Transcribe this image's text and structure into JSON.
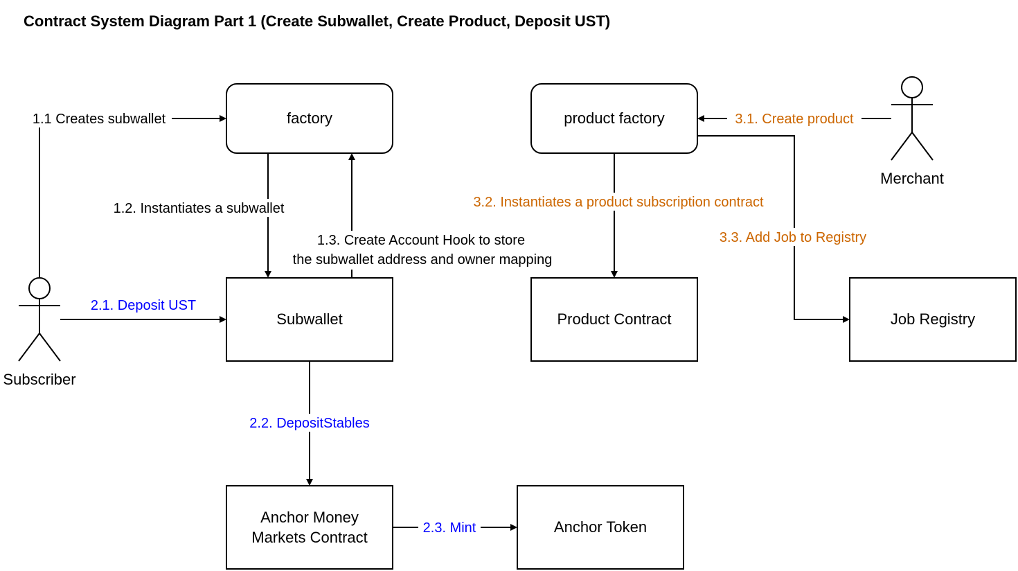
{
  "title": "Contract System Diagram Part 1 (Create Subwallet, Create Product, Deposit UST)",
  "colors": {
    "step1": "#000000",
    "step2": "#0000ff",
    "step3": "#cc6600"
  },
  "nodes": {
    "factory": "factory",
    "product_factory": "product factory",
    "subwallet": "Subwallet",
    "product_contract": "Product Contract",
    "job_registry": "Job Registry",
    "anchor_money_markets": [
      "Anchor Money",
      "Markets Contract"
    ],
    "anchor_token": "Anchor Token"
  },
  "actors": {
    "subscriber": "Subscriber",
    "merchant": "Merchant"
  },
  "edges": {
    "e1_1": "1.1 Creates subwallet",
    "e1_2": "1.2. Instantiates a subwallet",
    "e1_3": [
      "1.3. Create Account Hook to store",
      "the subwallet address and owner mapping"
    ],
    "e2_1": "2.1. Deposit UST",
    "e2_2": "2.2. DepositStables",
    "e2_3": "2.3. Mint",
    "e3_1": "3.1. Create product",
    "e3_2": "3.2. Instantiates a product subscription contract",
    "e3_3": "3.3. Add Job to Registry"
  }
}
